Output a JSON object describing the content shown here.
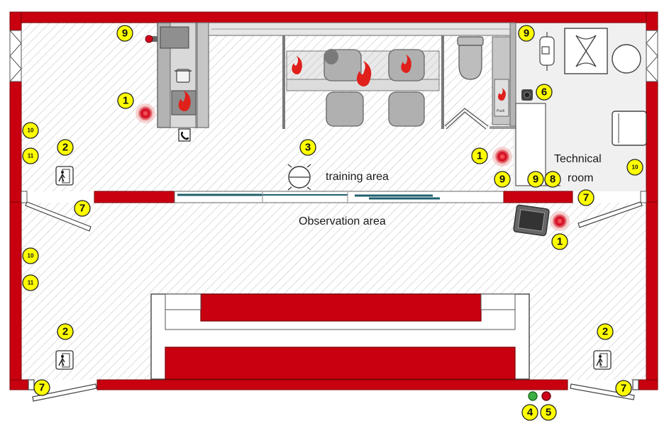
{
  "labels": {
    "training_area": "training area",
    "technical_room_line1": "Technical",
    "technical_room_line2": "room",
    "observation_area": "Observation area"
  },
  "markers": [
    {
      "id": "m-1a",
      "label": "1"
    },
    {
      "id": "m-1b",
      "label": "1"
    },
    {
      "id": "m-1c",
      "label": "1"
    },
    {
      "id": "m-2a",
      "label": "2"
    },
    {
      "id": "m-2b",
      "label": "2"
    },
    {
      "id": "m-2c",
      "label": "2"
    },
    {
      "id": "m-3",
      "label": "3"
    },
    {
      "id": "m-4",
      "label": "4"
    },
    {
      "id": "m-5",
      "label": "5"
    },
    {
      "id": "m-6",
      "label": "6"
    },
    {
      "id": "m-7a",
      "label": "7"
    },
    {
      "id": "m-7b",
      "label": "7"
    },
    {
      "id": "m-7c",
      "label": "7"
    },
    {
      "id": "m-7d",
      "label": "7"
    },
    {
      "id": "m-8",
      "label": "8"
    },
    {
      "id": "m-9a",
      "label": "9"
    },
    {
      "id": "m-9b",
      "label": "9"
    },
    {
      "id": "m-9c",
      "label": "9"
    },
    {
      "id": "m-9d",
      "label": "9"
    },
    {
      "id": "m-10a",
      "label": "10"
    },
    {
      "id": "m-10b",
      "label": "10"
    },
    {
      "id": "m-10c",
      "label": "10"
    },
    {
      "id": "m-11a",
      "label": "11"
    },
    {
      "id": "m-11b",
      "label": "11"
    }
  ],
  "colors": {
    "wall": "#c8000f",
    "marker_fill": "#ffff00",
    "hatch": "#c9c9c9",
    "furniture": "#a9a9a9",
    "glass": "#1f5f6e",
    "indicator_green": "#3cb043",
    "indicator_red": "#d0021b"
  },
  "icons": [
    "emergency-exit-icon",
    "fire-icon",
    "alarm-light-icon",
    "phone-icon",
    "camera-icon",
    "pressure-sensor-icon"
  ]
}
